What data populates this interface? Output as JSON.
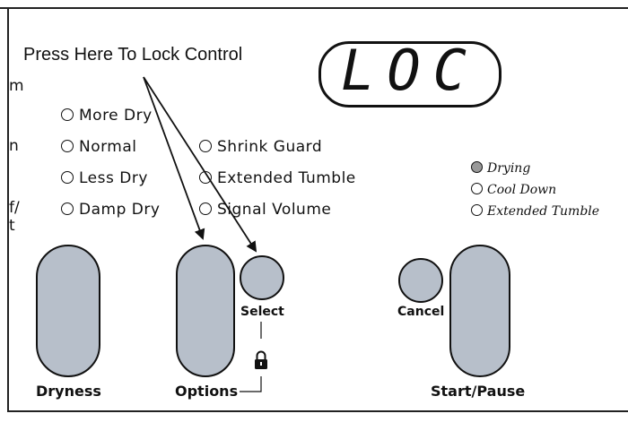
{
  "callout": {
    "text": "Press Here To Lock Control"
  },
  "display": {
    "text": "LOC"
  },
  "cut_labels": {
    "l1": "m",
    "l2": "n",
    "l3": "f/",
    "l4": "t"
  },
  "dryness_options": [
    {
      "label": "More Dry"
    },
    {
      "label": "Normal"
    },
    {
      "label": "Less Dry"
    },
    {
      "label": "Damp Dry"
    }
  ],
  "cycle_options": [
    {
      "label": "Shrink Guard"
    },
    {
      "label": "Extended Tumble"
    },
    {
      "label": "Signal Volume"
    }
  ],
  "status": [
    {
      "label": "Drying",
      "active": true
    },
    {
      "label": "Cool Down",
      "active": false
    },
    {
      "label": "Extended Tumble",
      "active": false
    }
  ],
  "buttons": {
    "dryness": "Dryness",
    "options": "Options",
    "select": "Select",
    "cancel": "Cancel",
    "start_pause": "Start/Pause"
  },
  "colors": {
    "button_fill": "#b7bfca",
    "indicator_active": "#999999"
  },
  "icons": {
    "lock": "lock-icon"
  }
}
